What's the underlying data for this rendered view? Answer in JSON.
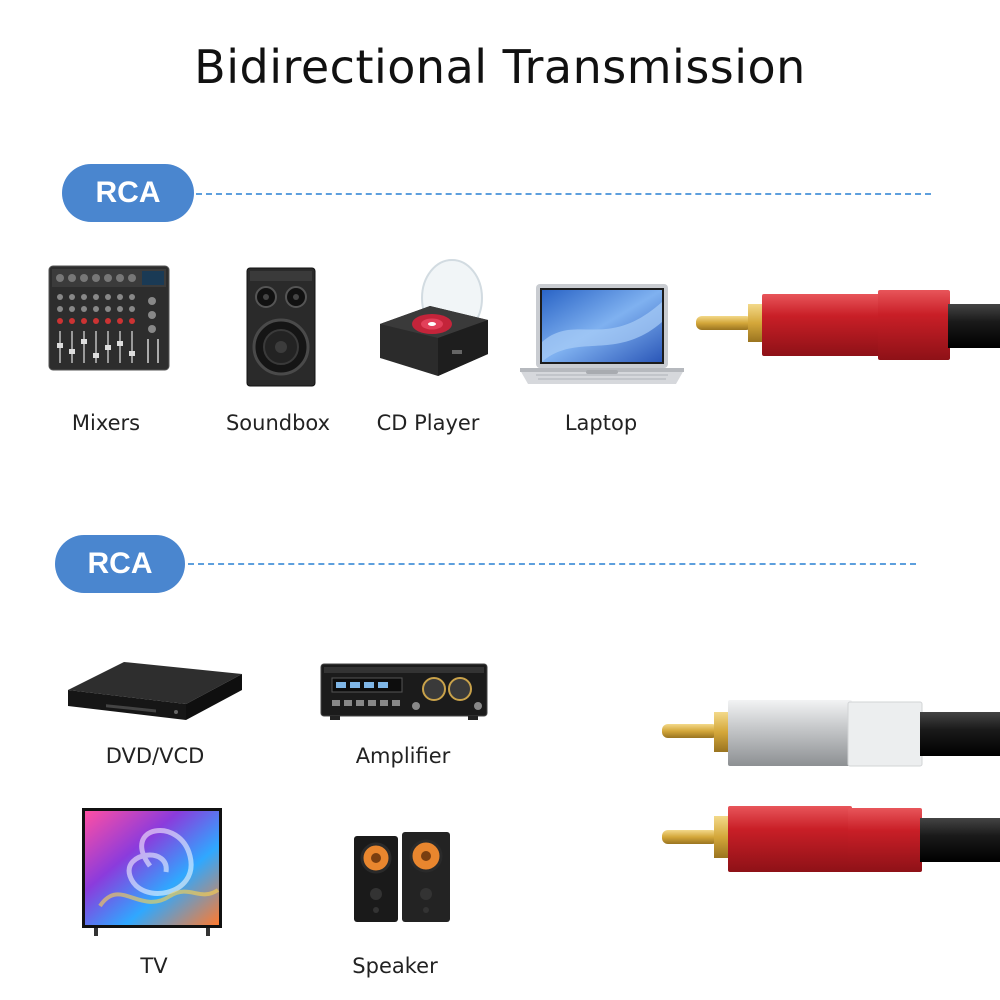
{
  "title": "Bidirectional Transmission",
  "sections": [
    {
      "tag": "RCA",
      "devices": [
        {
          "label": "Mixers",
          "icon": "mixer-icon"
        },
        {
          "label": "Soundbox",
          "icon": "soundbox-icon"
        },
        {
          "label": "CD Player",
          "icon": "cd-player-icon"
        },
        {
          "label": "Laptop",
          "icon": "laptop-icon"
        }
      ],
      "plug_colors": [
        "#c91f27"
      ]
    },
    {
      "tag": "RCA",
      "devices": [
        {
          "label": "DVD/VCD",
          "icon": "dvd-player-icon"
        },
        {
          "label": "Amplifier",
          "icon": "amplifier-icon"
        },
        {
          "label": "TV",
          "icon": "tv-icon"
        },
        {
          "label": "Speaker",
          "icon": "speaker-icon"
        }
      ],
      "plug_colors": [
        "#c8cacc",
        "#c91f27"
      ]
    }
  ],
  "colors": {
    "accent": "#4a86cf",
    "dash": "#5d9fdd",
    "red_plug": "#c91f27",
    "white_plug": "#c8cacc",
    "gold_pin": "#d4a73a"
  }
}
